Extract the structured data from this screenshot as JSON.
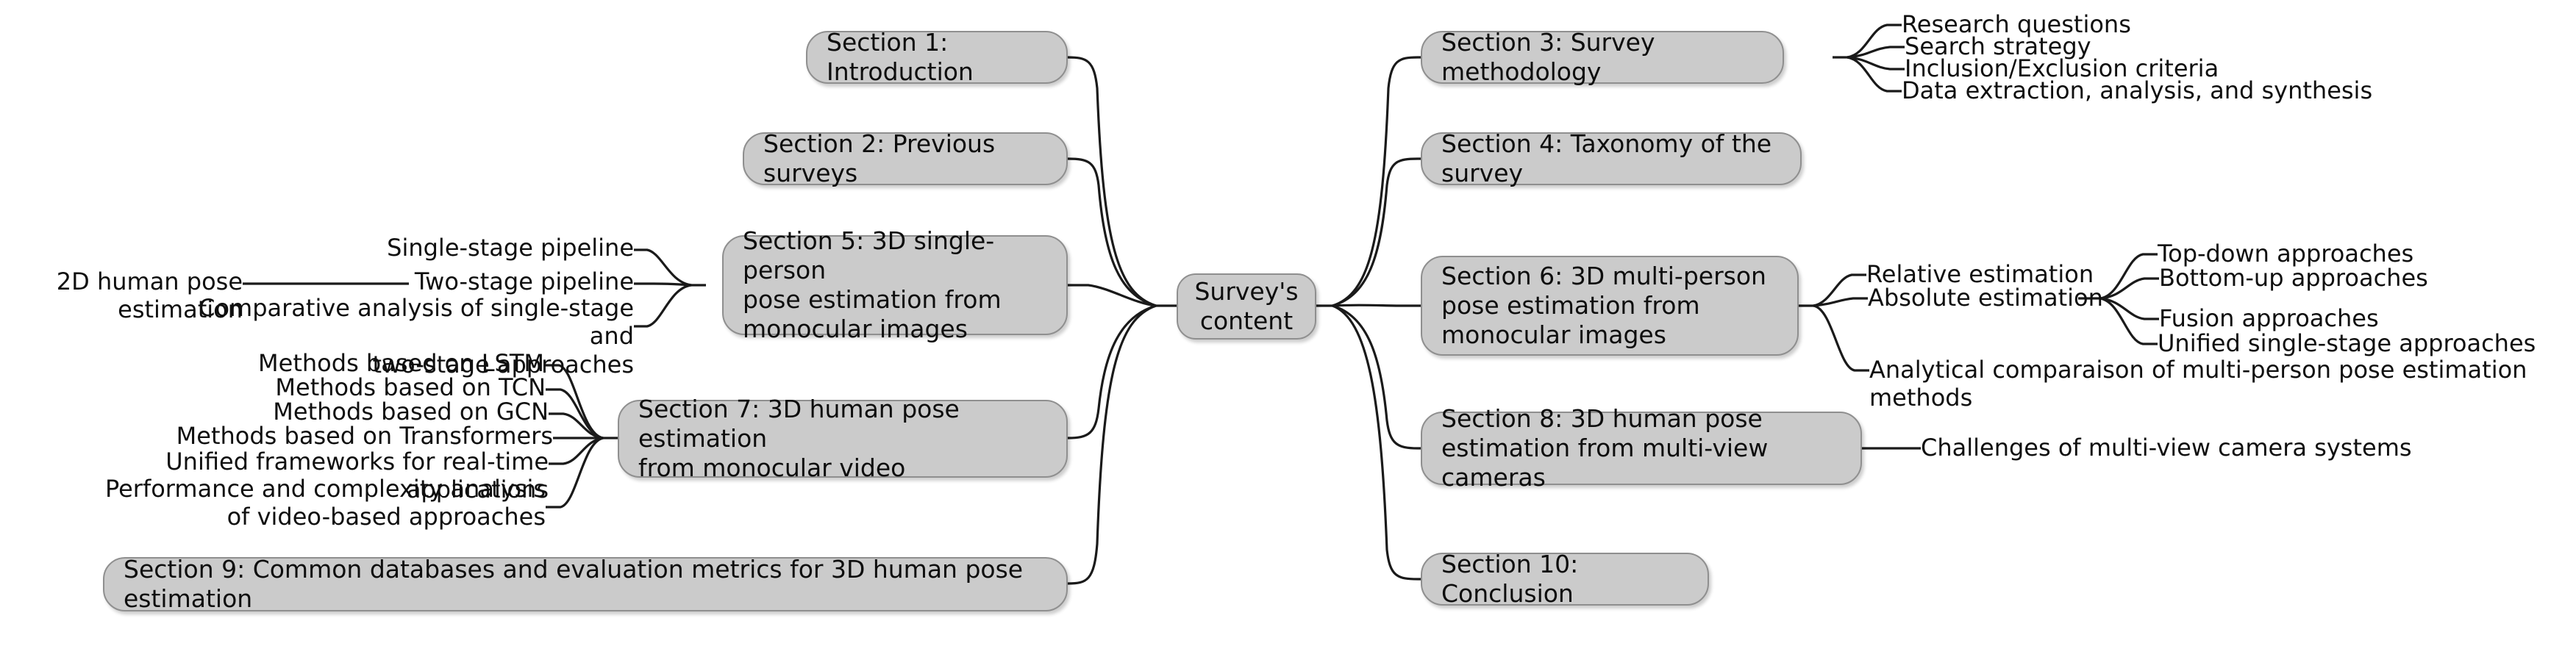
{
  "diagram": {
    "type": "mind-map",
    "title_node": "Survey's\ncontent",
    "palette": {
      "node_fill": "#cbcbcb",
      "node_border": "#8f8f8f",
      "edge": "#1a1a1a",
      "text": "#0f0f0f",
      "background": "#ffffff"
    }
  },
  "center": {
    "label": "Survey's\ncontent"
  },
  "left_branch": {
    "sections": [
      {
        "id": "s1",
        "label": "Section 1: Introduction"
      },
      {
        "id": "s2",
        "label": "Section 2: Previous surveys"
      },
      {
        "id": "s5",
        "label": "Section 5: 3D single-person\npose estimation from\nmonocular images"
      },
      {
        "id": "s7",
        "label": "Section 7: 3D human pose estimation\nfrom monocular video"
      },
      {
        "id": "s9",
        "label": "Section 9: Common databases and evaluation metrics for 3D human pose estimation"
      }
    ],
    "s5_children": [
      {
        "label": "Single-stage pipeline"
      },
      {
        "label": "Two-stage pipeline"
      },
      {
        "label": "Comparative analysis of single-stage and\ntwo-stage approaches"
      }
    ],
    "s5_grandchild": {
      "label": "2D human pose estimation",
      "parent": "Two-stage pipeline"
    },
    "s7_children": [
      {
        "label": "Methods based on LSTM"
      },
      {
        "label": "Methods based on TCN"
      },
      {
        "label": "Methods based on GCN"
      },
      {
        "label": "Methods based on Transformers"
      },
      {
        "label": "Unified frameworks for real-time applications"
      },
      {
        "label": "Performance and complexity analysis\nof video-based approaches"
      }
    ]
  },
  "right_branch": {
    "sections": [
      {
        "id": "s3",
        "label": "Section 3: Survey methodology"
      },
      {
        "id": "s4",
        "label": "Section 4: Taxonomy of the survey"
      },
      {
        "id": "s6",
        "label": "Section 6: 3D multi-person\npose estimation from\nmonocular images"
      },
      {
        "id": "s8",
        "label": "Section 8: 3D human pose\nestimation from multi-view cameras"
      },
      {
        "id": "s10",
        "label": "Section 10: Conclusion"
      }
    ],
    "s3_children": [
      {
        "label": "Research questions"
      },
      {
        "label": "Search strategy"
      },
      {
        "label": "Inclusion/Exclusion criteria"
      },
      {
        "label": "Data extraction, analysis, and synthesis"
      }
    ],
    "s6_children": [
      {
        "label": "Relative estimation"
      },
      {
        "label": "Absolute estimation"
      },
      {
        "label": "Analytical comparaison of multi-person pose estimation methods"
      }
    ],
    "s6_absolute_children": [
      {
        "label": "Top-down approaches"
      },
      {
        "label": "Bottom-up approaches"
      },
      {
        "label": "Fusion approaches"
      },
      {
        "label": "Unified single-stage approaches"
      }
    ],
    "s8_children": [
      {
        "label": "Challenges of multi-view camera systems"
      }
    ]
  }
}
